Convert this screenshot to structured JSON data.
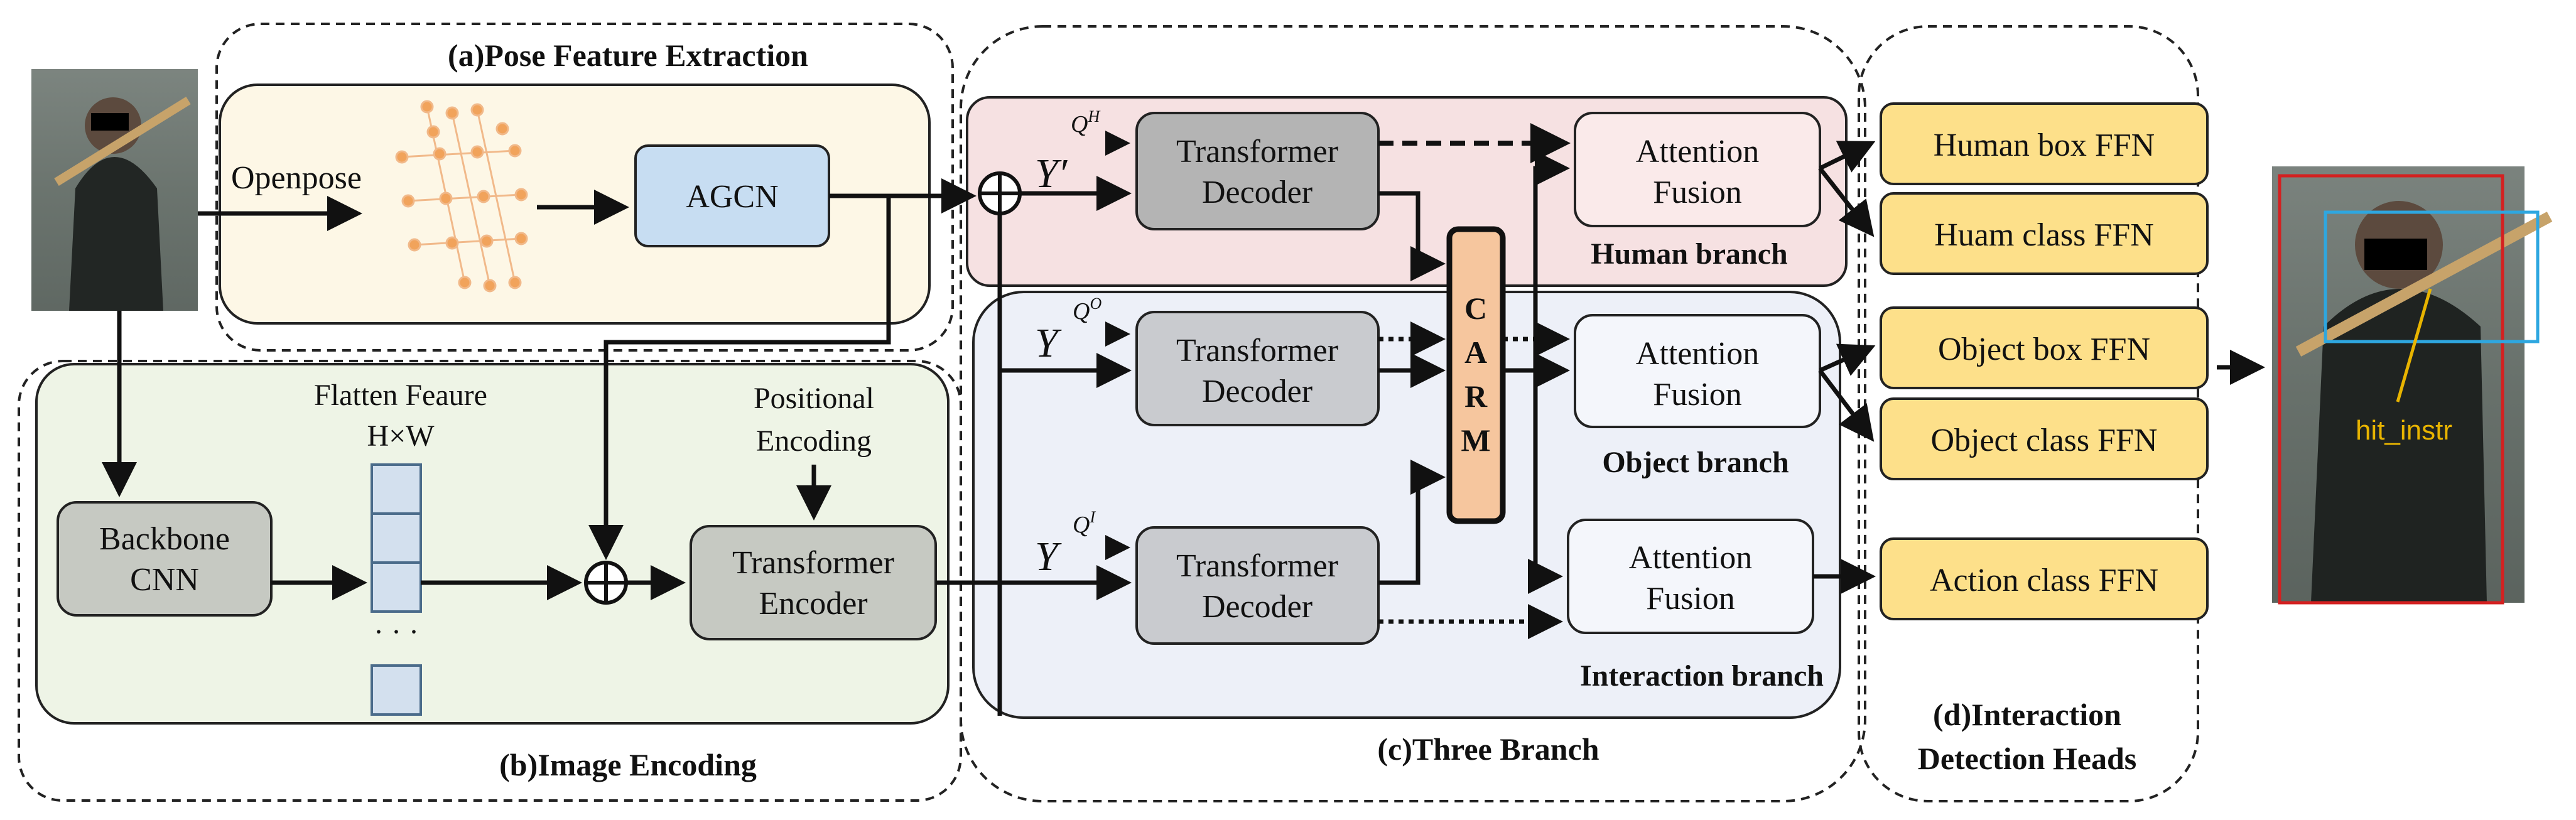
{
  "title": "",
  "sections": {
    "pose": "(a)Pose Feature Extraction",
    "image": "(b)Image Encoding",
    "branch": "(c)Three Branch",
    "heads_line1": "(d)Interaction",
    "heads_line2": "Detection Heads"
  },
  "pose": {
    "openpose": "Openpose",
    "agcn": "AGCN"
  },
  "image": {
    "backbone_line1": "Backbone",
    "backbone_line2": "CNN",
    "flatten_line1": "Flatten Feaure",
    "flatten_line2": "H×W",
    "ellipsis": "· · ·",
    "positional_line1": "Positional",
    "positional_line2": "Encoding",
    "encoder_line1": "Transformer",
    "encoder_line2": "Encoder"
  },
  "queries": {
    "y_prime": "Y′",
    "y": "Y",
    "qh": "Q",
    "qh_sup": "H",
    "qo": "Q",
    "qo_sup": "O",
    "qi": "Q",
    "qi_sup": "I"
  },
  "branches": {
    "decoder_line1": "Transformer",
    "decoder_line2": "Decoder",
    "fusion_line1": "Attention",
    "fusion_line2": "Fusion",
    "human": "Human branch",
    "object": "Object branch",
    "interaction": "Interaction branch",
    "carm": [
      "C",
      "A",
      "R",
      "M"
    ]
  },
  "heads": {
    "human_box": "Human box FFN",
    "human_class": "Huam class FFN",
    "object_box": "Object box FFN",
    "object_class": "Object class FFN",
    "action_class": "Action class FFN"
  },
  "output": {
    "label": "hit_instr"
  },
  "colors": {
    "pose_bg": "#fdf7e6",
    "image_bg": "#eef4e6",
    "human_bg": "#f6e1e2",
    "object_bg": "#edf0f8",
    "agcn_fill": "#c7ddf2",
    "gray_box": "#c6c9c2",
    "decoder_dark": "#b4b4b4",
    "decoder_light": "#c9cbcf",
    "head_fill": "#fde08a",
    "carm_fill": "#f6c69e",
    "human_box_color": "#d42020",
    "object_box_color": "#2ea7e0",
    "label_color": "#e8b400"
  }
}
